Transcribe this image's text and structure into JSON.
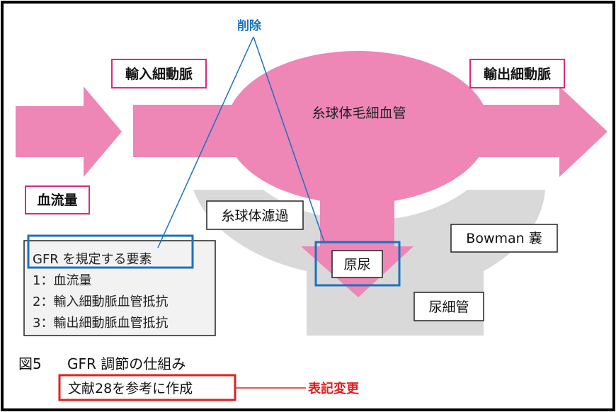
{
  "annotation_delete": "削除",
  "labels": {
    "afferent_arteriole": "輸入細動脈",
    "efferent_arteriole": "輸出細動脈",
    "glomerular_capillary": "糸球体毛細血管",
    "blood_flow": "血流量",
    "glomerular_filtration": "糸球体濾過",
    "bowman_capsule": "Bowman 嚢",
    "primary_urine": "原尿",
    "renal_tubule": "尿細管"
  },
  "factors_box": {
    "heading": "GFR を規定する要素",
    "items": [
      "1：血流量",
      "2：輸入細動脈血管抵抗",
      "3：輸出細動脈血管抵抗"
    ]
  },
  "caption": {
    "figure_number": "図5",
    "figure_title": "GFR 調節の仕組み",
    "reference": "文献28を参考に作成",
    "notation_change": "表記変更"
  },
  "colors": {
    "pink": "#ee86b6",
    "label_border": "#e0277d",
    "gray": "#d9d9d9",
    "annotation_blue": "#1a72c1",
    "annotation_red": "#e02020"
  }
}
